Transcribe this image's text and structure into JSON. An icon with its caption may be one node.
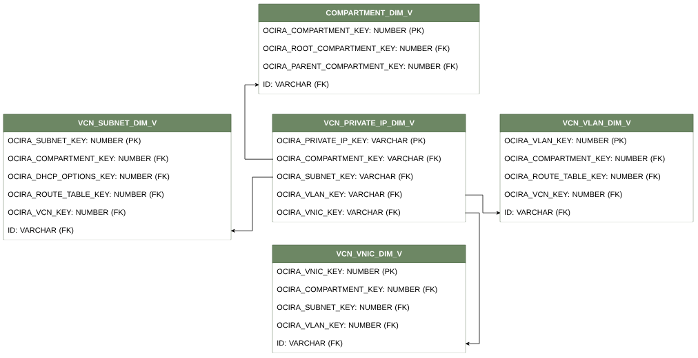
{
  "diagram": {
    "nodes": [
      {
        "text": [
          "COMPARTMENT_DIM_V"
        ]
      },
      {
        "text": [
          "OCIRA_COMPARTMENT_KEY: NUMBER (PK)"
        ],
        "in": 0
      },
      {
        "text": [
          "OCIRA_ROOT_COMPARTMENT_KEY: NUMBER (FK)"
        ],
        "in": 0
      },
      {
        "text": [
          "OCIRA_PARENT_COMPARTMENT_KEY: NUMBER (FK)"
        ],
        "in": 0
      },
      {
        "text": [
          "ID: VARCHAR (FK)"
        ],
        "in": 0
      },
      {
        "text": [
          "VCN_SUBNET_DIM_V"
        ]
      },
      {
        "text": [
          "OCIRA_SUBNET_KEY: NUMBER (PK)"
        ],
        "in": 5
      },
      {
        "text": [
          "OCIRA_COMPARTMENT_KEY: NUMBER (FK)"
        ],
        "in": 5
      },
      {
        "text": [
          "OCIRA_DHCP_OPTIONS_KEY: NUMBER (FK)"
        ],
        "in": 5
      },
      {
        "text": [
          "OCIRA_ROUTE_TABLE_KEY: NUMBER (FK)"
        ],
        "in": 5
      },
      {
        "text": [
          "OCIRA_VCN_KEY: NUMBER (FK)"
        ],
        "in": 5
      },
      {
        "text": [
          "ID: VARCHAR (FK)"
        ],
        "in": 5
      },
      {
        "text": [
          "VCN_PRIVATE_IP_DIM_V"
        ]
      },
      {
        "text": [
          "OCIRA_PRIVATE_IP_KEY: VARCHAR (PK)"
        ],
        "in": 12
      },
      {
        "text": [
          "OCIRA_COMPARTMENT_KEY: VARCHAR (FK)"
        ],
        "in": 12
      },
      {
        "text": [
          "OCIRA_SUBNET_KEY: VARCHAR (FK)"
        ],
        "in": 12
      },
      {
        "text": [
          "OCIRA_VLAN_KEY: VARCHAR (FK)"
        ],
        "in": 12
      },
      {
        "text": [
          "OCIRA_VNIC_KEY: VARCHAR (FK)"
        ],
        "in": 12
      },
      {
        "text": [
          "VCN_VLAN_DIM_V"
        ]
      },
      {
        "text": [
          "OCIRA_VLAN_KEY: NUMBER (PK)"
        ],
        "in": 18
      },
      {
        "text": [
          "OCIRA_COMPARTMENT_KEY: NUMBER (FK)"
        ],
        "in": 18
      },
      {
        "text": [
          "OCIRA_ROUTE_TABLE_KEY: NUMBER (FK)"
        ],
        "in": 18
      },
      {
        "text": [
          "OCIRA_VCN_KEY: NUMBER (FK)"
        ],
        "in": 18
      },
      {
        "text": [
          "ID: VARCHAR (FK)"
        ],
        "in": 18
      },
      {
        "text": [
          "VCN_VNIC_DIM_V"
        ]
      },
      {
        "text": [
          "OCIRA_VNIC_KEY: NUMBER (PK)"
        ],
        "in": 24
      },
      {
        "text": [
          "OCIRA_COMPARTMENT_KEY: NUMBER (FK)"
        ],
        "in": 24
      },
      {
        "text": [
          "OCIRA_SUBNET_KEY: NUMBER (FK)"
        ],
        "in": 24
      },
      {
        "text": [
          "OCIRA_VLAN_KEY: NUMBER (FK)"
        ],
        "in": 24
      },
      {
        "text": [
          "ID: VARCHAR (FK)"
        ],
        "in": 24
      }
    ],
    "edges": [
      {
        "from": 14,
        "to": 4,
        "arrow": "to"
      },
      {
        "from": 15,
        "to": 11,
        "arrow": "to"
      },
      {
        "from": 16,
        "to": 23,
        "arrow": "to"
      },
      {
        "from": 17,
        "to": 29,
        "arrow": "to"
      }
    ]
  }
}
